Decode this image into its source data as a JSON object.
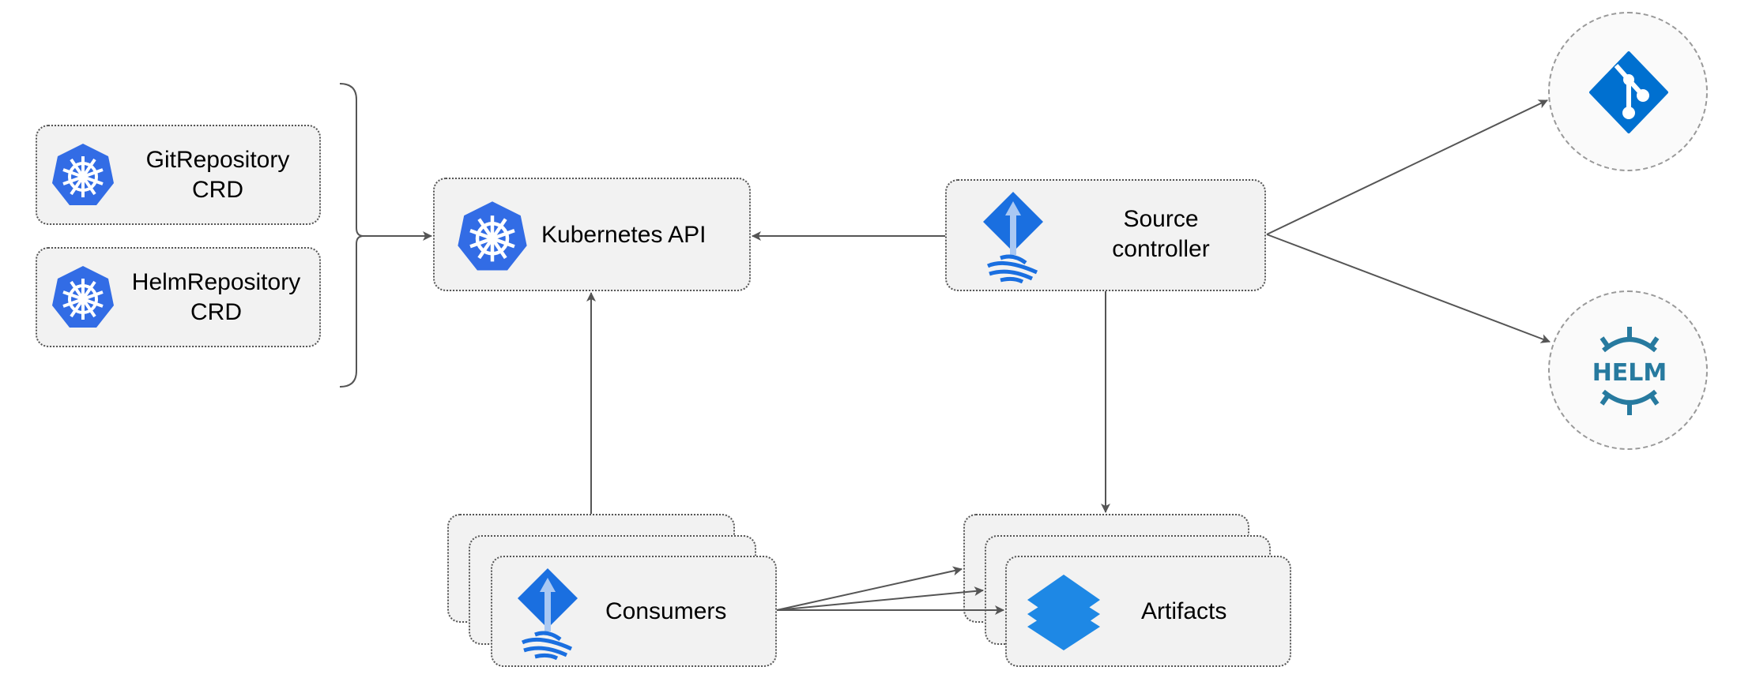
{
  "nodes": {
    "git_crd": {
      "label_line1": "GitRepository",
      "label_line2": "CRD",
      "icon": "kubernetes-icon"
    },
    "helm_crd": {
      "label_line1": "HelmRepository",
      "label_line2": "CRD",
      "icon": "kubernetes-icon"
    },
    "kube_api": {
      "label": "Kubernetes API",
      "icon": "kubernetes-icon"
    },
    "source_controller": {
      "label_line1": "Source",
      "label_line2": "controller",
      "icon": "flux-icon"
    },
    "consumers": {
      "label": "Consumers",
      "icon": "flux-icon"
    },
    "artifacts": {
      "label": "Artifacts",
      "icon": "layers-icon"
    },
    "git": {
      "icon": "git-icon"
    },
    "helm": {
      "icon": "helm-icon",
      "logo_text": "HELM"
    }
  },
  "colors": {
    "k8s_blue": "#326ce5",
    "flux_blue": "#1a6fe0",
    "git_blue": "#0070d0",
    "helm_teal": "#277a9f",
    "layers_blue": "#1e88e5",
    "edge": "#555555"
  }
}
